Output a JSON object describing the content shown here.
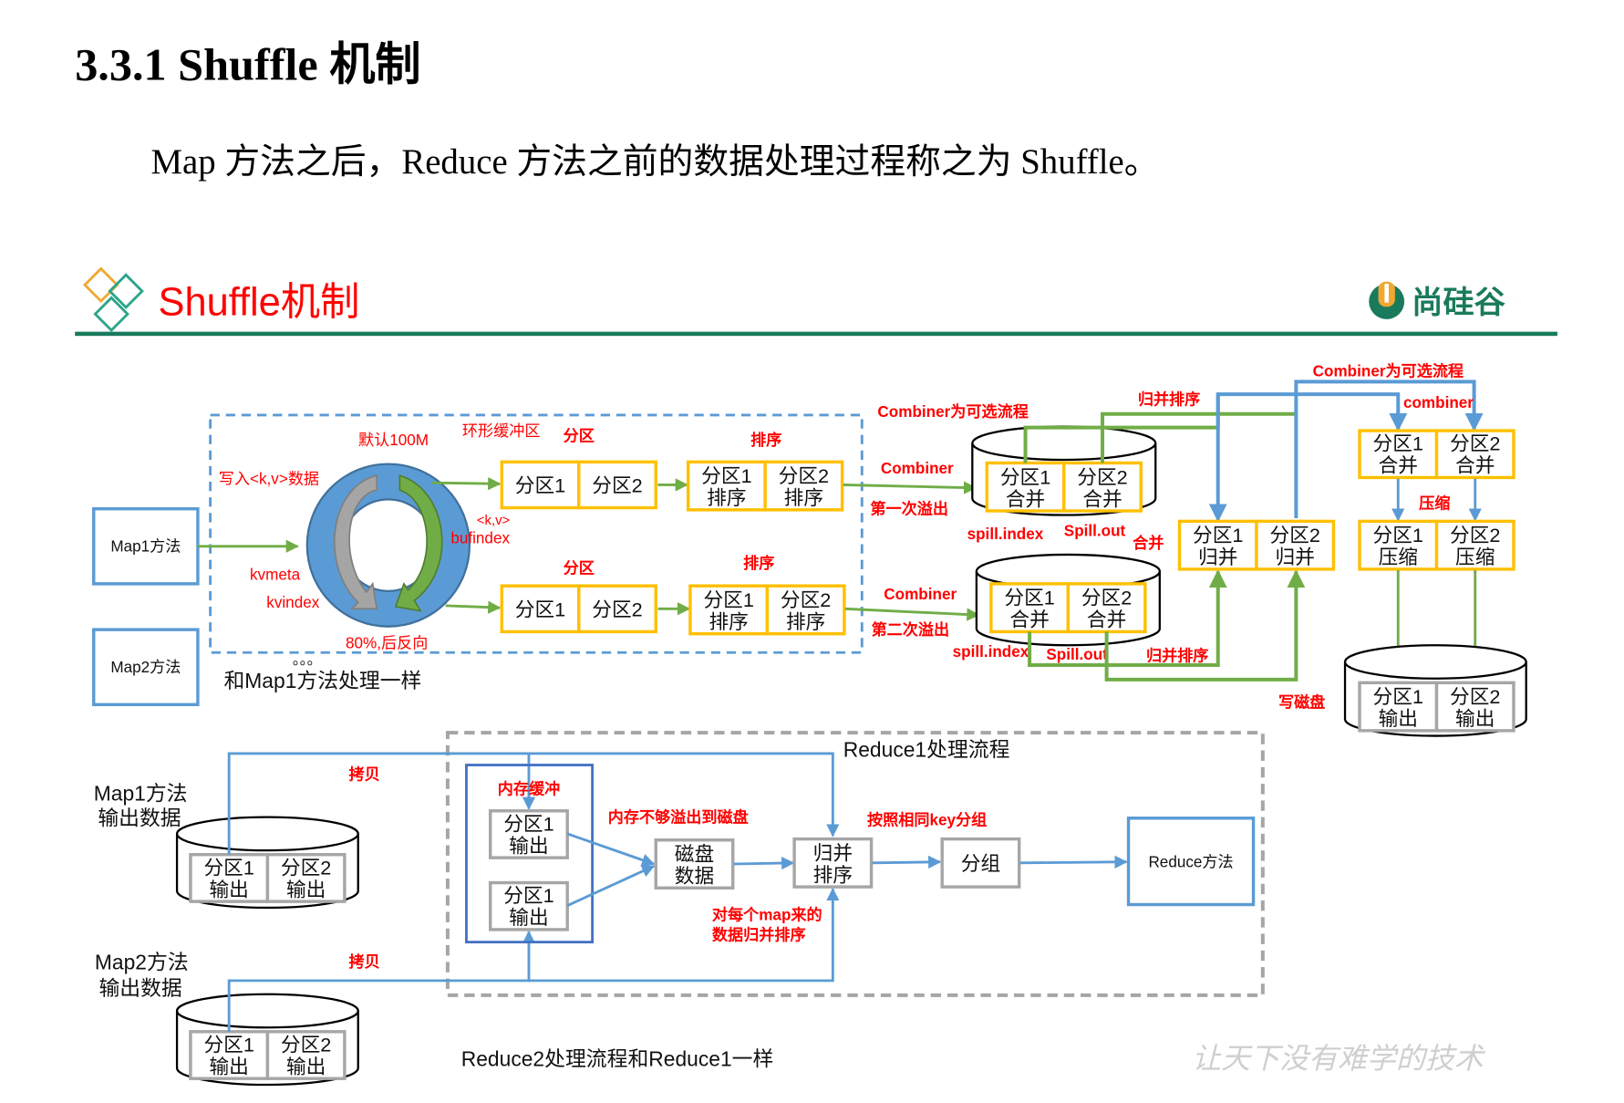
{
  "document": {
    "heading": "3.3.1 Shuffle 机制",
    "paragraph": "Map 方法之后，Reduce 方法之前的数据处理过程称之为 Shuffle。"
  },
  "slide": {
    "title": "Shuffle机制",
    "logo_text": "尚硅谷",
    "watermark": "让天下没有难学的技术",
    "colors": {
      "title_red": "#ff0000",
      "rule_green": "#1a7a5c",
      "partition_box": "#ffc000",
      "flow_green": "#70ad47",
      "flow_blue": "#5b9bd5",
      "output_box": "#a6a6a6"
    }
  },
  "map_phase": {
    "map1_label": "Map1方法",
    "map2_label": "Map2方法",
    "map2_note": "和Map1方法处理一样",
    "ellipsis": "。。。",
    "ring_buffer": {
      "title": "环形缓冲区",
      "default_size": "默认100M",
      "write_label": "写入<k,v>数据",
      "kv_label": "<k,v>",
      "bufindex_label": "bufindex",
      "kvmeta_label": "kvmeta",
      "kvindex_label": "kvindex",
      "threshold_label": "80%,后反向"
    },
    "partition_label": "分区",
    "sort_label": "排序",
    "partition_boxes": [
      "分区1",
      "分区2"
    ],
    "sorted_boxes": [
      {
        "line1": "分区1",
        "line2": "排序"
      },
      {
        "line1": "分区2",
        "line2": "排序"
      }
    ]
  },
  "spill_phase": {
    "combiner_optional": "Combiner为可选流程",
    "combiner_label": "Combiner",
    "first_spill": "第一次溢出",
    "second_spill": "第二次溢出",
    "spill_index": "spill.index",
    "spill_out": "Spill.out",
    "merge_label": "合并",
    "merge_sort_label": "归并排序",
    "write_disk_label": "写磁盘",
    "combined_boxes": [
      {
        "line1": "分区1",
        "line2": "合并"
      },
      {
        "line1": "分区2",
        "line2": "合并"
      }
    ],
    "merged_boxes": [
      {
        "line1": "分区1",
        "line2": "归并"
      },
      {
        "line1": "分区2",
        "line2": "归并"
      }
    ]
  },
  "output_phase": {
    "combiner_optional": "Combiner为可选流程",
    "combiner_lower": "combiner",
    "compress_label": "压缩",
    "combined_boxes": [
      {
        "line1": "分区1",
        "line2": "合并"
      },
      {
        "line1": "分区2",
        "line2": "合并"
      }
    ],
    "compressed_boxes": [
      {
        "line1": "分区1",
        "line2": "压缩"
      },
      {
        "line1": "分区2",
        "line2": "压缩"
      }
    ],
    "output_boxes": [
      {
        "line1": "分区1",
        "line2": "输出"
      },
      {
        "line1": "分区2",
        "line2": "输出"
      }
    ]
  },
  "reduce_phase": {
    "title": "Reduce1处理流程",
    "reduce2_note": "Reduce2处理流程和Reduce1一样",
    "map1_output": {
      "line1": "Map1方法",
      "line2": "输出数据"
    },
    "map2_output": {
      "line1": "Map2方法",
      "line2": "输出数据"
    },
    "copy_label": "拷贝",
    "memory_buffer_label": "内存缓冲",
    "spill_to_disk_label": "内存不够溢出到磁盘",
    "group_by_key_label": "按照相同key分组",
    "merge_note": {
      "line1": "对每个map来的",
      "line2": "数据归并排序"
    },
    "map_output_boxes": [
      {
        "line1": "分区1",
        "line2": "输出"
      },
      {
        "line1": "分区2",
        "line2": "输出"
      }
    ],
    "buffer_boxes": [
      {
        "line1": "分区1",
        "line2": "输出"
      },
      {
        "line1": "分区1",
        "line2": "输出"
      }
    ],
    "disk_data": {
      "line1": "磁盘",
      "line2": "数据"
    },
    "merge_sort": {
      "line1": "归并",
      "line2": "排序"
    },
    "group": "分组",
    "reduce_method": "Reduce方法"
  }
}
